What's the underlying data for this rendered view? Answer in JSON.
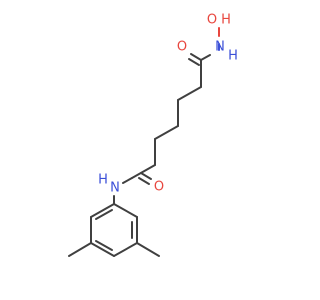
{
  "molecule": {
    "atoms": {
      "hydroxyl_o": "O",
      "hydroxyl_h": "H",
      "hydroxamate_n": "N",
      "hydroxamate_h": "H",
      "hydroxamate_o": "O",
      "amide_o": "O",
      "amide_n": "N",
      "amide_h": "H"
    },
    "colors": {
      "bond": "#404040",
      "oxygen": "#e8463e",
      "nitrogen": "#3b4fd8"
    }
  }
}
